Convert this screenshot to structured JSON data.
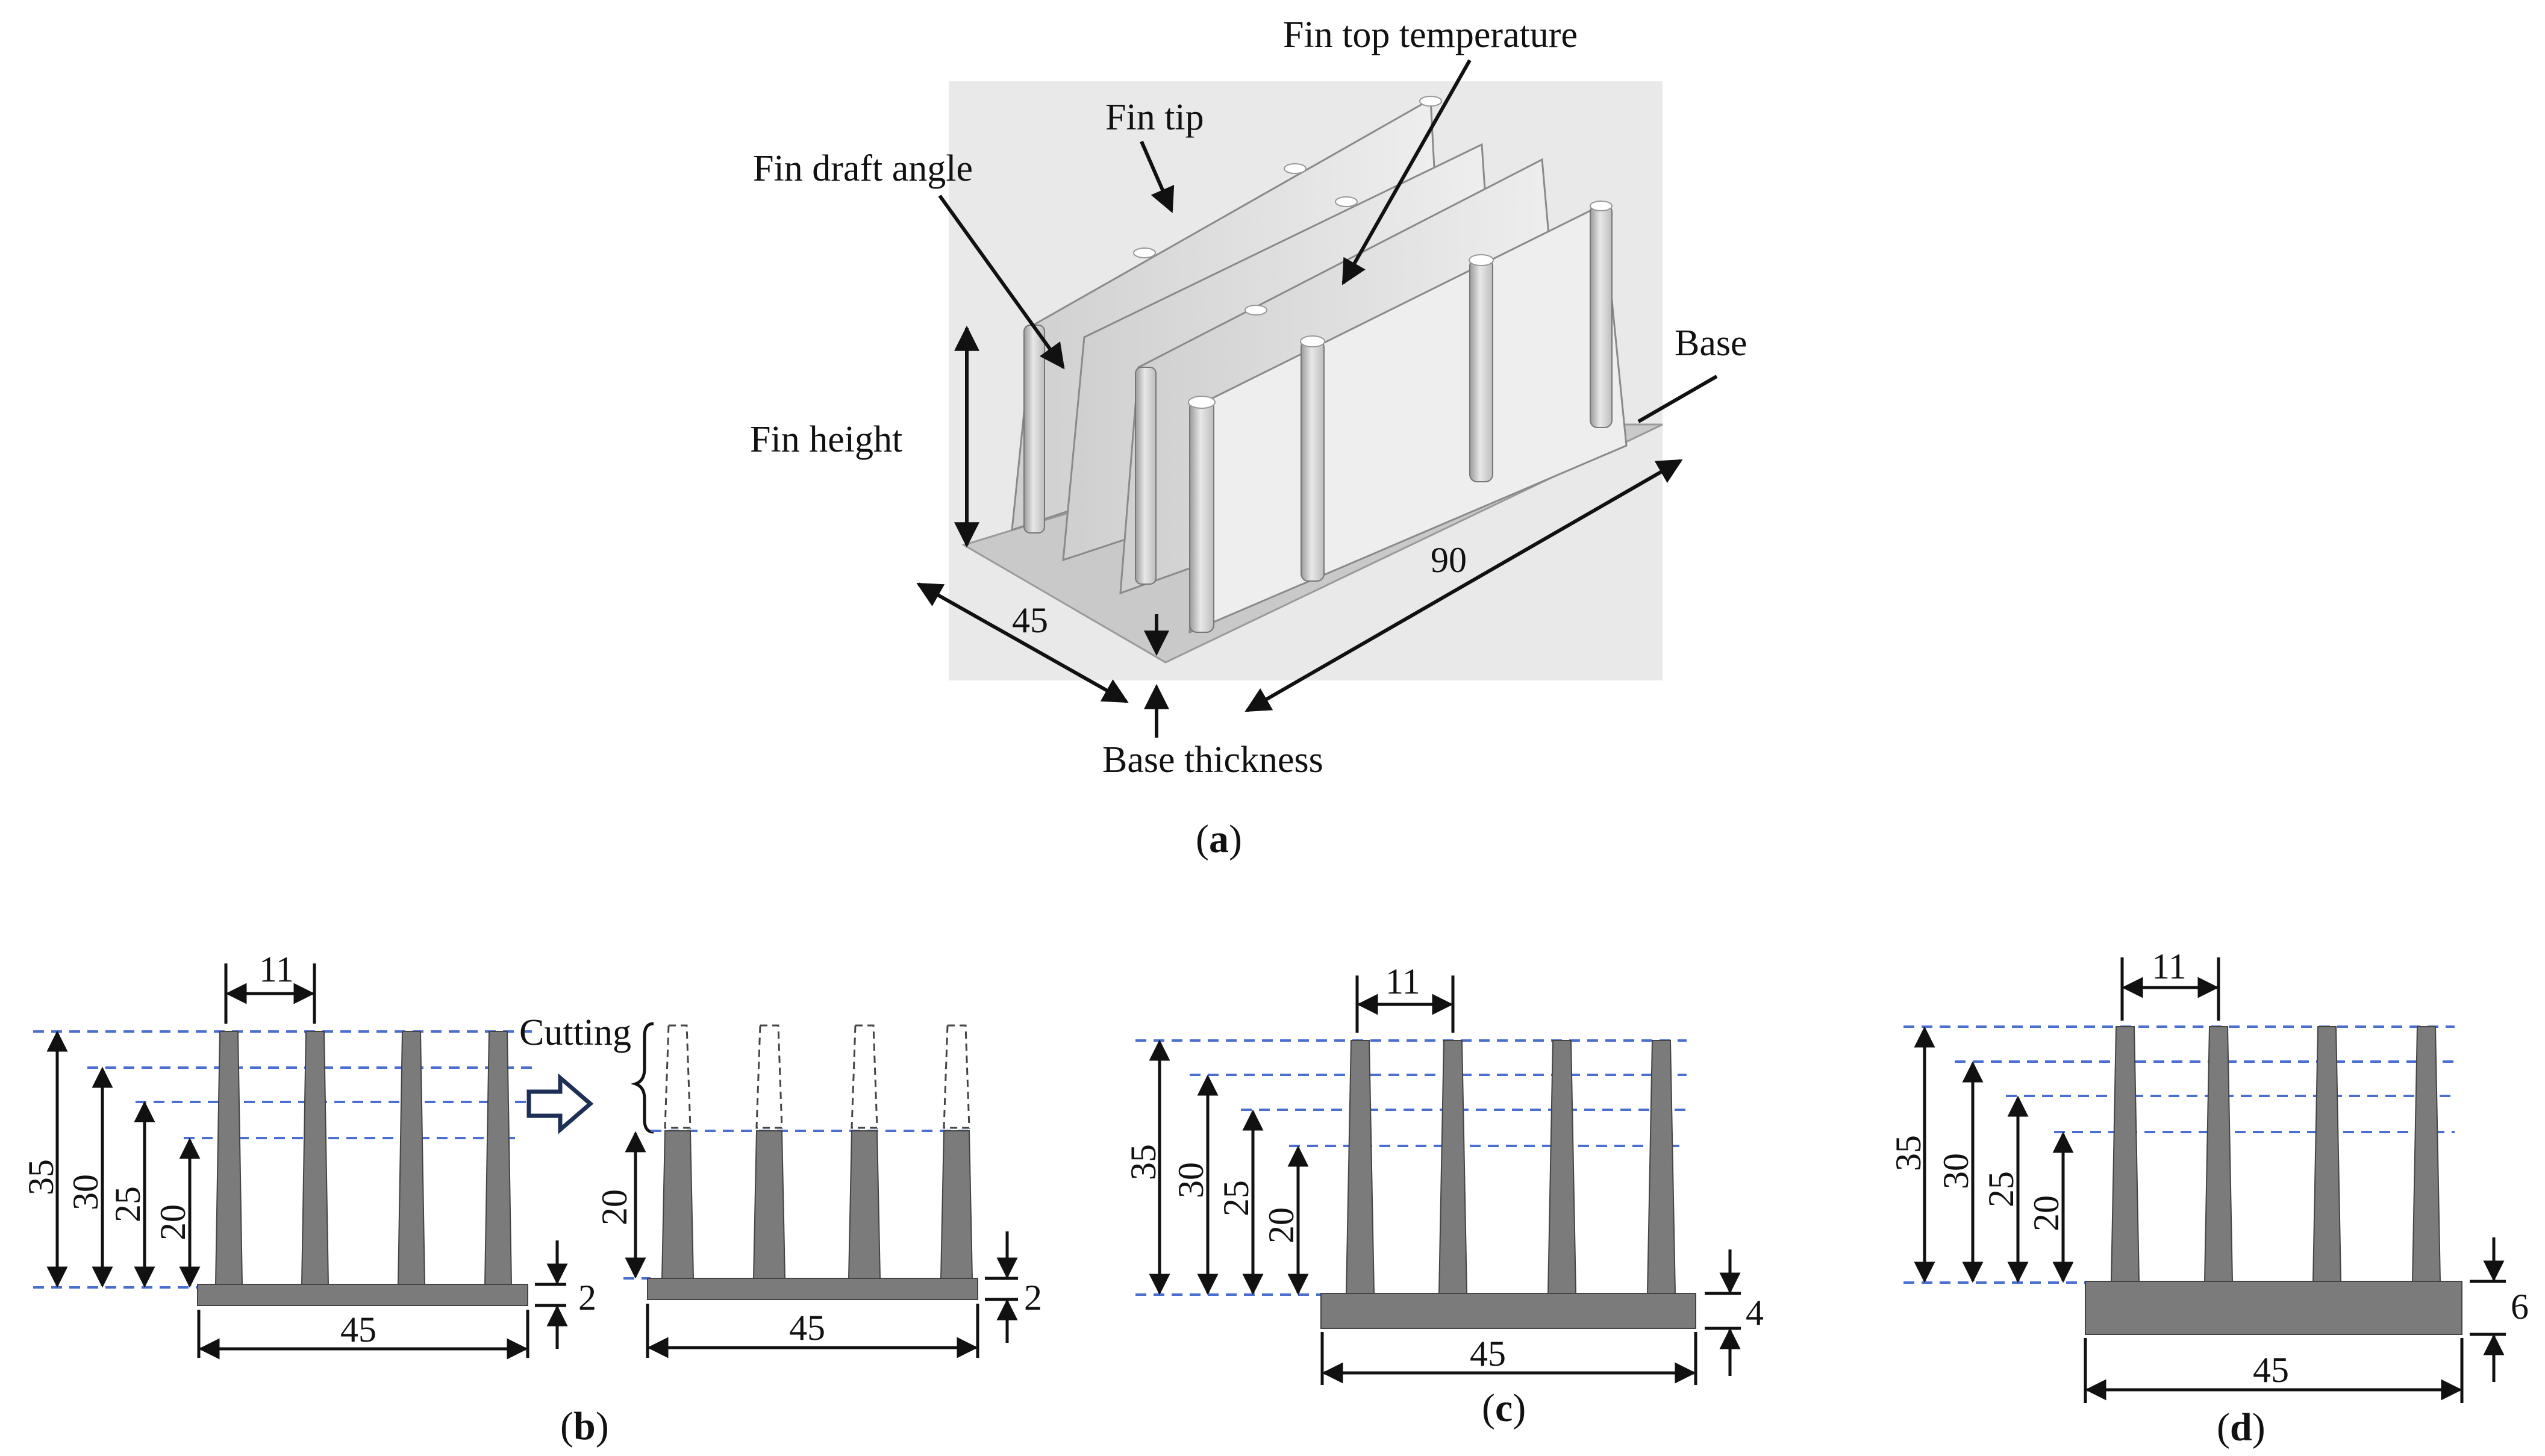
{
  "panel_a": {
    "labels": {
      "fin_top_temperature": "Fin top temperature",
      "fin_tip": "Fin tip",
      "fin_draft_angle": "Fin draft angle",
      "base": "Base",
      "fin_height": "Fin height",
      "base_thickness": "Base thickness"
    },
    "dims": {
      "width": "45",
      "length": "90"
    },
    "caption": {
      "open": "(",
      "letter": "a",
      "close": ")"
    }
  },
  "panel_b": {
    "fin_pitch": "11",
    "heights": [
      "35",
      "30",
      "25",
      "20"
    ],
    "base_thickness": "2",
    "base_width": "45",
    "cutting_label": "Cutting",
    "cut_height": "20",
    "cut_base_thickness": "2",
    "cut_base_width": "45",
    "caption": {
      "open": "(",
      "letter": "b",
      "close": ")"
    }
  },
  "panel_c": {
    "fin_pitch": "11",
    "heights": [
      "35",
      "30",
      "25",
      "20"
    ],
    "base_thickness": "4",
    "base_width": "45",
    "caption": {
      "open": "(",
      "letter": "c",
      "close": ")"
    }
  },
  "panel_d": {
    "fin_pitch": "11",
    "heights": [
      "35",
      "30",
      "25",
      "20"
    ],
    "base_thickness": "6",
    "base_width": "45",
    "caption": {
      "open": "(",
      "letter": "d",
      "close": ")"
    }
  },
  "colors": {
    "fin_fill": "#7b7b7b",
    "guide_dash": "#4a6fd0",
    "arrow": "#111111",
    "render_bg": "#e6e6e6"
  }
}
